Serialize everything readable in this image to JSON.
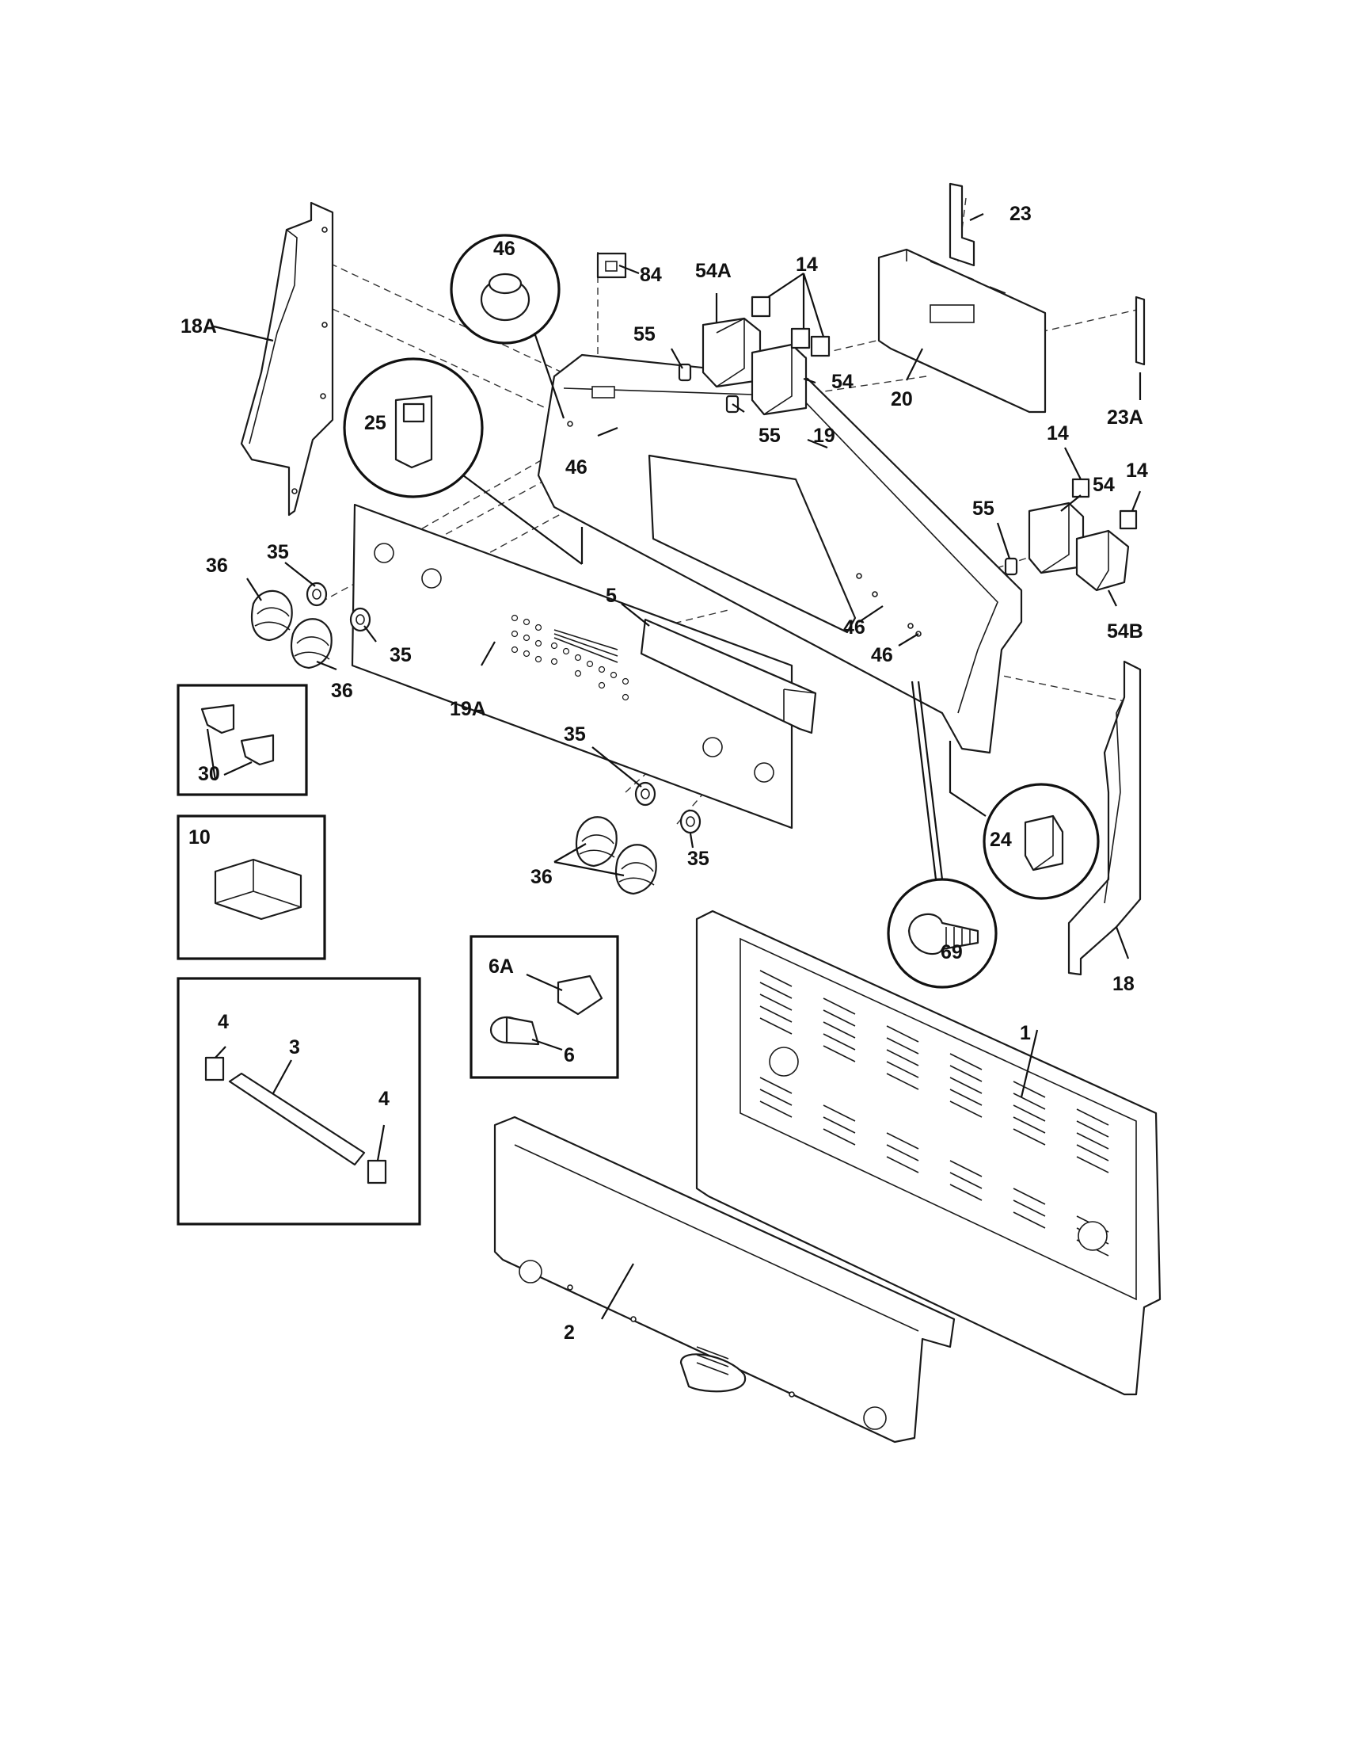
{
  "callouts": {
    "c1": "1",
    "c2": "2",
    "c3": "3",
    "c4a": "4",
    "c4b": "4",
    "c5": "5",
    "c6": "6",
    "c6a": "6A",
    "c10": "10",
    "c14a": "14",
    "c14b": "14",
    "c14c": "14",
    "c18": "18",
    "c18a": "18A",
    "c19": "19",
    "c19a": "19A",
    "c20": "20",
    "c23": "23",
    "c23a": "23A",
    "c24": "24",
    "c25": "25",
    "c30": "30",
    "c35a": "35",
    "c35b": "35",
    "c35c": "35",
    "c35d": "35",
    "c36a": "36",
    "c36b": "36",
    "c36c": "36",
    "c46a": "46",
    "c46b": "46",
    "c46c": "46",
    "c46d": "46",
    "c54a": "54A",
    "c54": "54",
    "c54b2": "54",
    "c54b": "54B",
    "c55a": "55",
    "c55b": "55",
    "c55c": "55",
    "c69": "69",
    "c84": "84"
  }
}
